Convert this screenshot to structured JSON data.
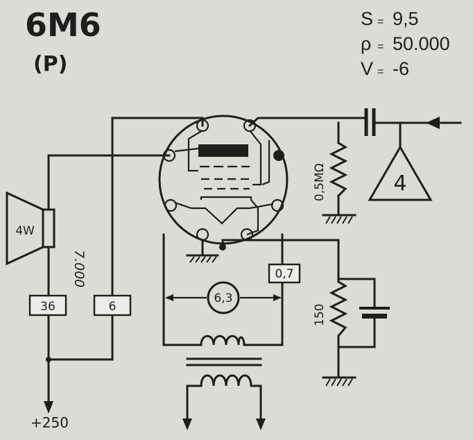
{
  "tube": {
    "name": "6M6",
    "type_code": "(P)"
  },
  "params": [
    {
      "symbol": "S",
      "sep": "=",
      "value": "9,5"
    },
    {
      "symbol": "ρ",
      "sep": "=",
      "value": "50.000"
    },
    {
      "symbol": "V",
      "sep": "=",
      "value": "-6"
    }
  ],
  "input_stage": "4",
  "grid_resistor": "0,5MΩ",
  "speaker": {
    "power": "4W",
    "impedance": "7.000"
  },
  "boxes": {
    "plate_current": "36",
    "screen_current": "6",
    "cathode_voltage": "0,7"
  },
  "heater_voltage": "6,3",
  "cathode_resistor": "150",
  "supply": "+250"
}
